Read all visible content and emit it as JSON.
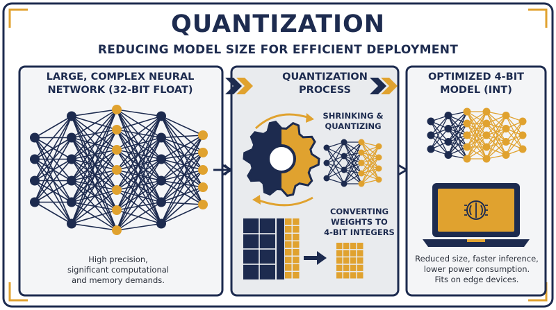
{
  "title": "QUANTIZATION",
  "subtitle": "REDUCING MODEL SIZE FOR EFFICIENT DEPLOYMENT",
  "panels": [
    {
      "heading": "LARGE, COMPLEX NEURAL\nNETWORK (32-BIT FLOAT)",
      "description": "High precision,\nsignificant computational\nand memory demands."
    },
    {
      "heading": "QUANTIZATION\nPROCESS",
      "label_top": "SHRINKING &\nQUANTIZING",
      "label_bottom": "CONVERTING\nWEIGHTS TO\n4-BIT INTEGERS"
    },
    {
      "heading": "OPTIMIZED 4-BIT\nMODEL (INT)",
      "description": "Reduced size, faster inference,\nlower power consumption.\nFits on edge devices."
    }
  ],
  "icons": [
    "gear-icon",
    "neural-network-icon",
    "laptop-icon",
    "brain-chip-icon",
    "arrow-right-icon",
    "chevron-icon"
  ],
  "colors": {
    "navy": "#1d2b4f",
    "gold": "#e0a22f",
    "panel": "#f4f5f7",
    "mid_panel": "#e9ebee"
  }
}
